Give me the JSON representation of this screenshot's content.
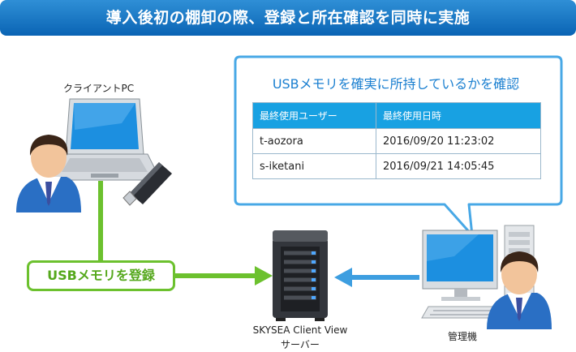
{
  "header": {
    "title": "導入後初の棚卸の際、登録と所在確認を同時に実施"
  },
  "client": {
    "label": "クライアントPC"
  },
  "callout": {
    "title": "USBメモリを確実に所持しているかを確認",
    "columns": [
      "最終使用ユーザー",
      "最終使用日時"
    ],
    "rows": [
      {
        "user": "t-aozora",
        "datetime": "2016/09/20 11:23:02"
      },
      {
        "user": "s-iketani",
        "datetime": "2016/09/21 14:05:45"
      }
    ]
  },
  "action": {
    "label": "USBメモリを登録"
  },
  "server": {
    "label_line1": "SKYSEA Client View",
    "label_line2": "サーバー"
  },
  "admin": {
    "label": "管理機"
  },
  "colors": {
    "banner": "#0a64b4",
    "accent_blue": "#18a1e2",
    "green": "#6cc12e",
    "arrow_blue": "#3d9ee0"
  }
}
